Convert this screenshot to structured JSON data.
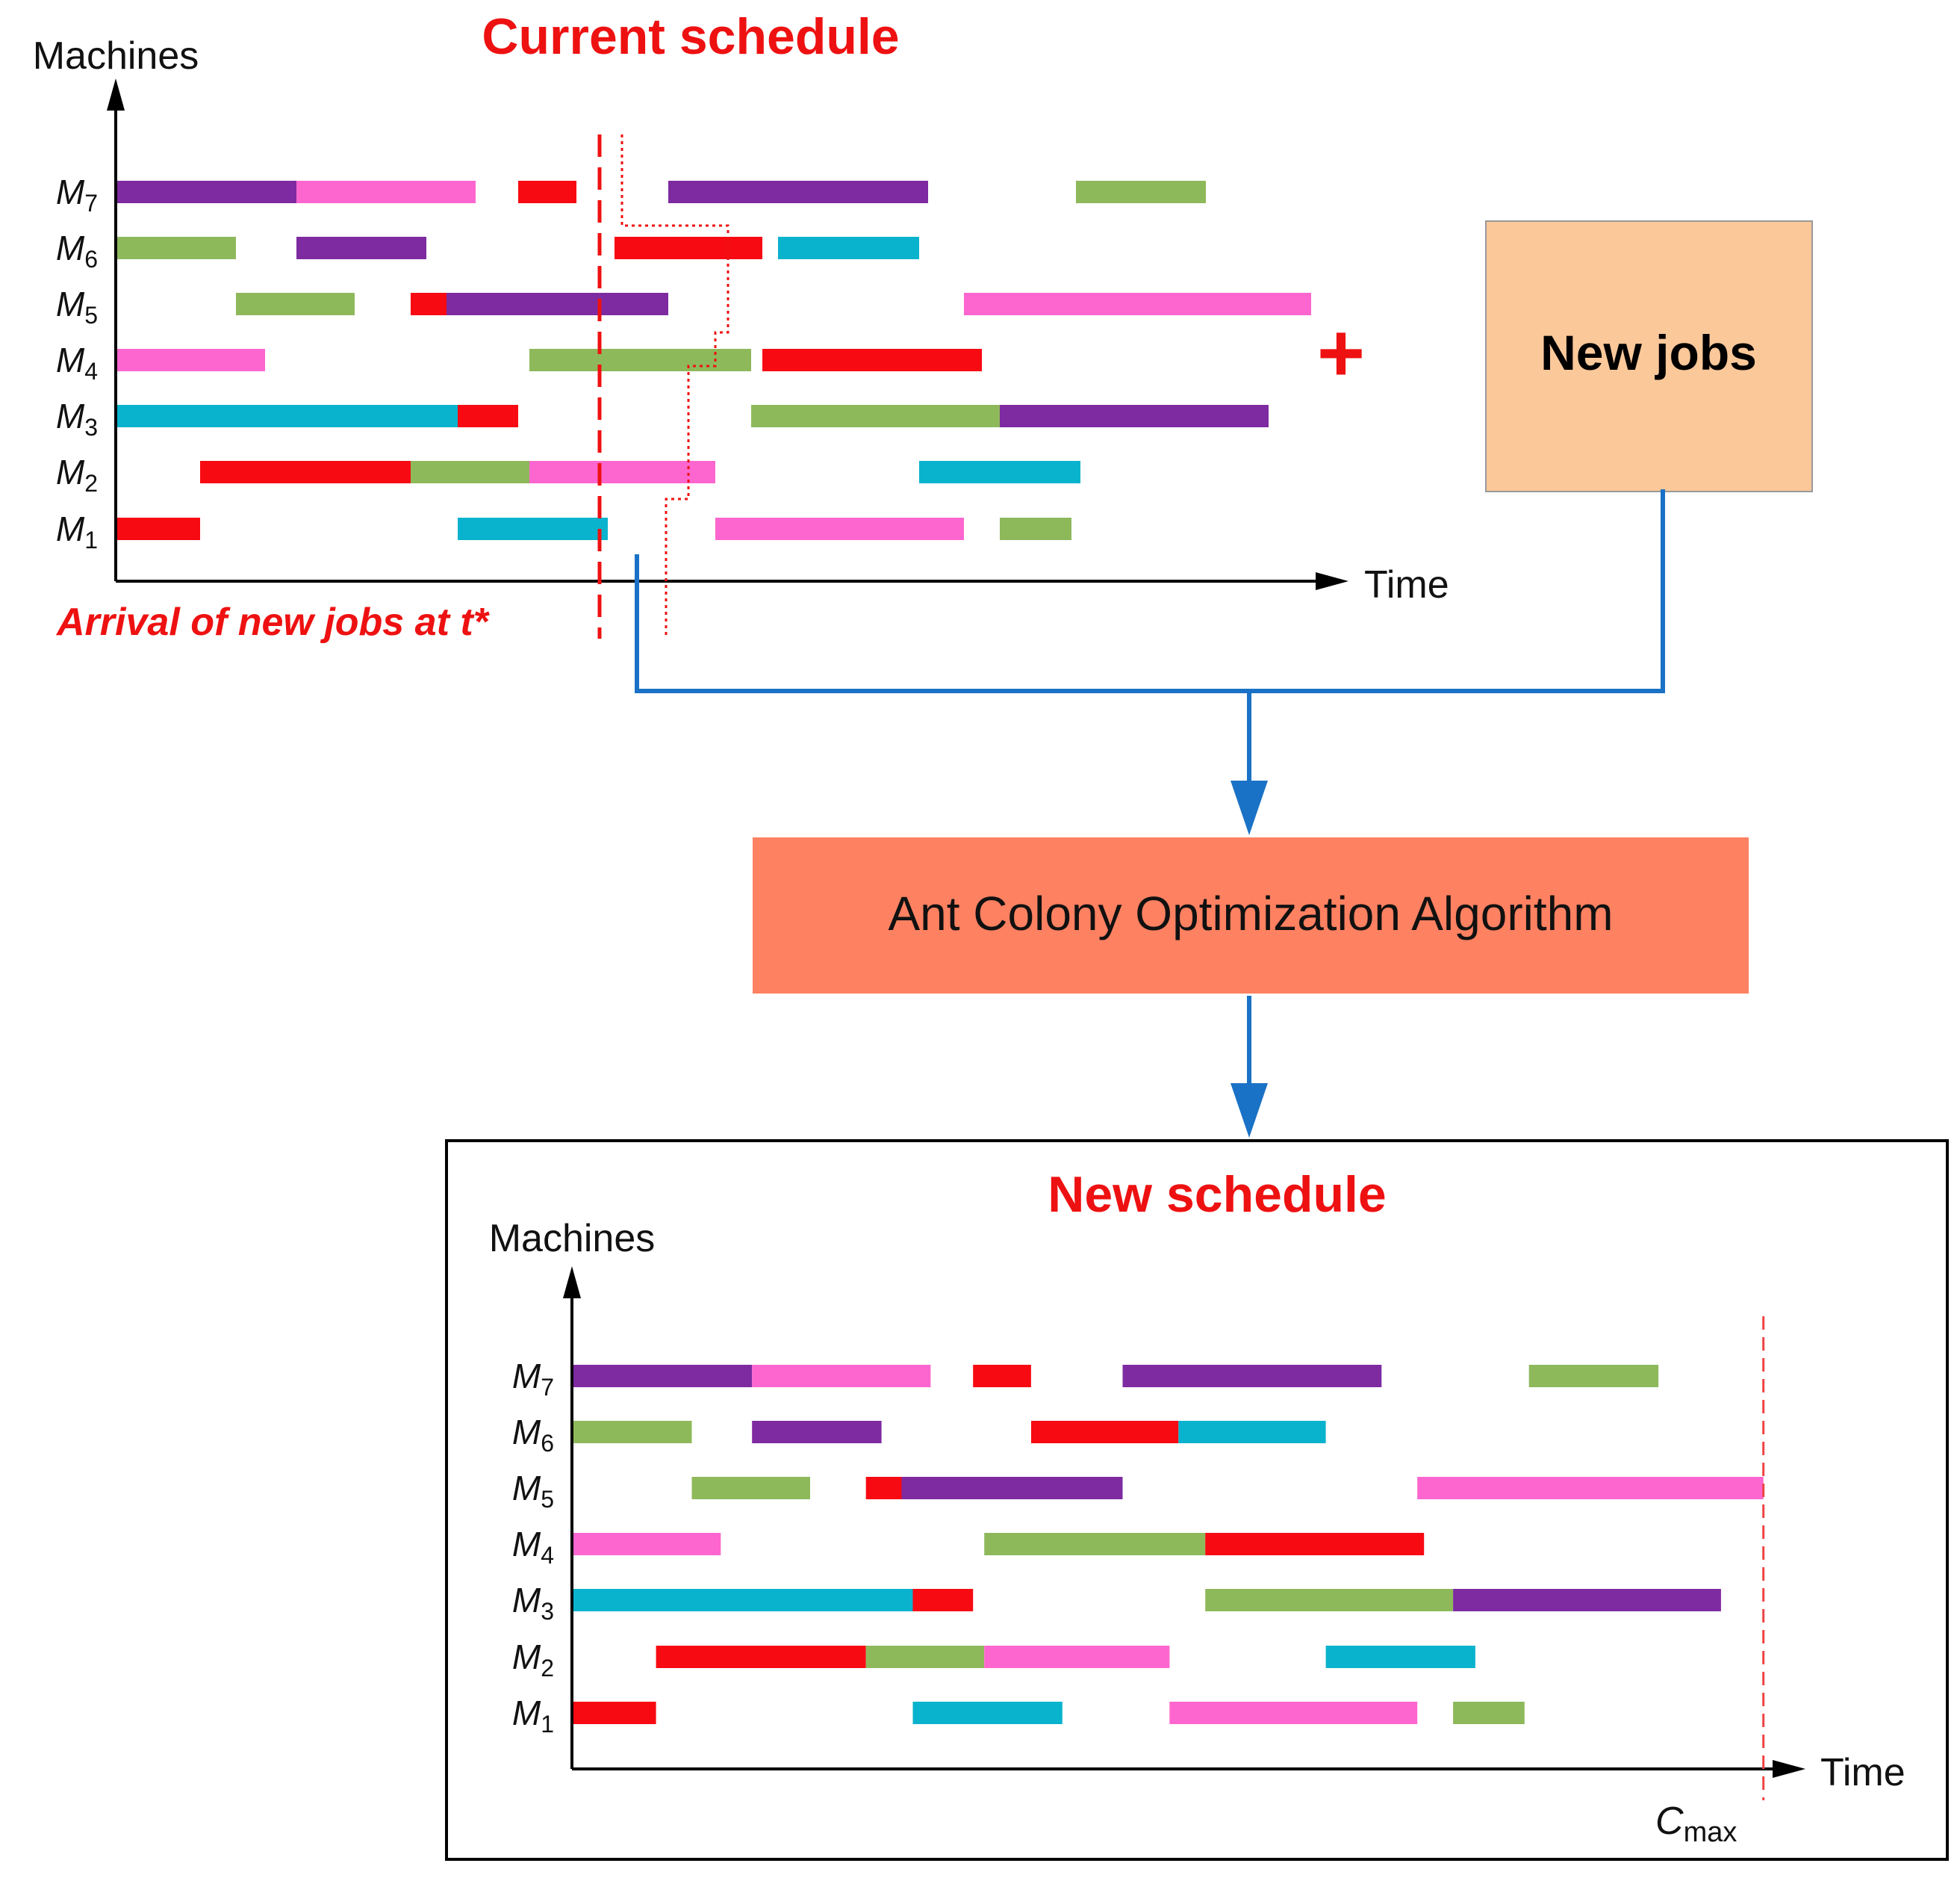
{
  "current": {
    "title": "Current schedule",
    "y_axis_label": "Machines",
    "x_axis_label": "Time",
    "arrival_label": "Arrival of new jobs at t*",
    "plus_sign": "+"
  },
  "new_jobs": {
    "label": "New jobs",
    "fill": "#fbc89a"
  },
  "algorithm": {
    "label": "Ant Colony Optimization Algorithm",
    "fill": "#fe8161"
  },
  "new_schedule": {
    "title": "New schedule",
    "y_axis_label": "Machines",
    "x_axis_label": "Time",
    "cmax_main": "C",
    "cmax_sub": "max"
  },
  "machines": [
    {
      "name": "M",
      "index": "7"
    },
    {
      "name": "M",
      "index": "6"
    },
    {
      "name": "M",
      "index": "5"
    },
    {
      "name": "M",
      "index": "4"
    },
    {
      "name": "M",
      "index": "3"
    },
    {
      "name": "M",
      "index": "2"
    },
    {
      "name": "M",
      "index": "1"
    }
  ],
  "colors": {
    "purple": "#7e2aa1",
    "pink": "#fd66cf",
    "red": "#f70a12",
    "green": "#8eb95b",
    "cyan": "#0ab3cd",
    "flow_arrow": "#1a72c6",
    "title_red": "#ee1111"
  },
  "chart_data": [
    {
      "type": "gantt",
      "title": "Current schedule",
      "ylabel": "Machines",
      "xlabel": "Time",
      "rows": [
        {
          "machine": "M7",
          "bars": [
            {
              "start": 0,
              "end": 80,
              "color": "purple"
            },
            {
              "start": 80,
              "end": 160,
              "color": "pink"
            },
            {
              "start": 179,
              "end": 205,
              "color": "red"
            },
            {
              "start": 246,
              "end": 362,
              "color": "purple"
            },
            {
              "start": 428,
              "end": 486,
              "color": "green"
            }
          ]
        },
        {
          "machine": "M6",
          "bars": [
            {
              "start": 0,
              "end": 53,
              "color": "green"
            },
            {
              "start": 80,
              "end": 138,
              "color": "purple"
            },
            {
              "start": 222,
              "end": 288,
              "color": "red"
            },
            {
              "start": 295,
              "end": 358,
              "color": "cyan"
            }
          ]
        },
        {
          "machine": "M5",
          "bars": [
            {
              "start": 53,
              "end": 106,
              "color": "green"
            },
            {
              "start": 131,
              "end": 147,
              "color": "red"
            },
            {
              "start": 147,
              "end": 246,
              "color": "purple"
            },
            {
              "start": 378,
              "end": 533,
              "color": "pink"
            }
          ]
        },
        {
          "machine": "M4",
          "bars": [
            {
              "start": 0,
              "end": 66,
              "color": "pink"
            },
            {
              "start": 184,
              "end": 283,
              "color": "green"
            },
            {
              "start": 288,
              "end": 386,
              "color": "red"
            }
          ]
        },
        {
          "machine": "M3",
          "bars": [
            {
              "start": 0,
              "end": 152,
              "color": "cyan"
            },
            {
              "start": 152,
              "end": 179,
              "color": "red"
            },
            {
              "start": 283,
              "end": 394,
              "color": "green"
            },
            {
              "start": 394,
              "end": 514,
              "color": "purple"
            }
          ]
        },
        {
          "machine": "M2",
          "bars": [
            {
              "start": 37,
              "end": 131,
              "color": "red"
            },
            {
              "start": 131,
              "end": 184,
              "color": "green"
            },
            {
              "start": 184,
              "end": 267,
              "color": "pink"
            },
            {
              "start": 358,
              "end": 430,
              "color": "cyan"
            }
          ]
        },
        {
          "machine": "M1",
          "bars": [
            {
              "start": 0,
              "end": 37,
              "color": "red"
            },
            {
              "start": 152,
              "end": 219,
              "color": "cyan"
            },
            {
              "start": 267,
              "end": 378,
              "color": "pink"
            },
            {
              "start": 394,
              "end": 426,
              "color": "green"
            }
          ]
        }
      ],
      "arrival_time": 231
    },
    {
      "type": "gantt",
      "title": "New schedule",
      "ylabel": "Machines",
      "xlabel": "Time",
      "rows": [
        {
          "machine": "M7",
          "bars": [
            {
              "start": 0,
              "end": 80,
              "color": "purple"
            },
            {
              "start": 80,
              "end": 160,
              "color": "pink"
            },
            {
              "start": 179,
              "end": 205,
              "color": "red"
            },
            {
              "start": 246,
              "end": 362,
              "color": "purple"
            },
            {
              "start": 428,
              "end": 486,
              "color": "green"
            }
          ]
        },
        {
          "machine": "M6",
          "bars": [
            {
              "start": 0,
              "end": 53,
              "color": "green"
            },
            {
              "start": 80,
              "end": 138,
              "color": "purple"
            },
            {
              "start": 205,
              "end": 271,
              "color": "red"
            },
            {
              "start": 271,
              "end": 337,
              "color": "cyan"
            }
          ]
        },
        {
          "machine": "M5",
          "bars": [
            {
              "start": 53,
              "end": 106,
              "color": "green"
            },
            {
              "start": 131,
              "end": 147,
              "color": "red"
            },
            {
              "start": 147,
              "end": 246,
              "color": "purple"
            },
            {
              "start": 378,
              "end": 533,
              "color": "pink"
            }
          ]
        },
        {
          "machine": "M4",
          "bars": [
            {
              "start": 0,
              "end": 66,
              "color": "pink"
            },
            {
              "start": 184,
              "end": 283,
              "color": "green"
            },
            {
              "start": 283,
              "end": 381,
              "color": "red"
            }
          ]
        },
        {
          "machine": "M3",
          "bars": [
            {
              "start": 0,
              "end": 152,
              "color": "cyan"
            },
            {
              "start": 152,
              "end": 179,
              "color": "red"
            },
            {
              "start": 283,
              "end": 394,
              "color": "green"
            },
            {
              "start": 394,
              "end": 514,
              "color": "purple"
            }
          ]
        },
        {
          "machine": "M2",
          "bars": [
            {
              "start": 37,
              "end": 131,
              "color": "red"
            },
            {
              "start": 131,
              "end": 184,
              "color": "green"
            },
            {
              "start": 184,
              "end": 267,
              "color": "pink"
            },
            {
              "start": 337,
              "end": 404,
              "color": "cyan"
            }
          ]
        },
        {
          "machine": "M1",
          "bars": [
            {
              "start": 0,
              "end": 37,
              "color": "red"
            },
            {
              "start": 152,
              "end": 219,
              "color": "cyan"
            },
            {
              "start": 267,
              "end": 378,
              "color": "pink"
            },
            {
              "start": 394,
              "end": 426,
              "color": "green"
            }
          ]
        }
      ],
      "cmax": 533
    }
  ]
}
